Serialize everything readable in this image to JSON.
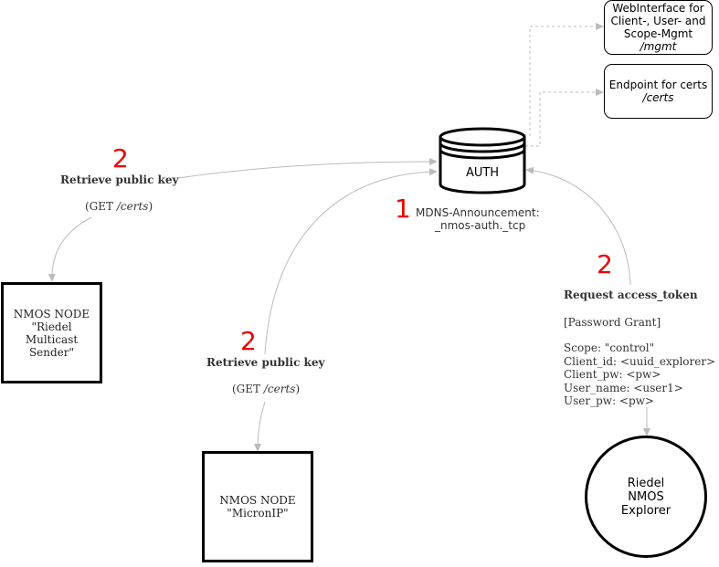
{
  "auth": {
    "label": "AUTH"
  },
  "web_interface": {
    "line1": "WebInterface for",
    "line2": "Client-, User- and",
    "line3": "Scope-Mgmt",
    "path": "/mgmt"
  },
  "endpoint": {
    "line1": "Endpoint for certs",
    "path": "/certs"
  },
  "mdns": {
    "step": "1",
    "line1": "MDNS-Announcement:",
    "line2": "_nmos-auth._tcp"
  },
  "retrieve_left": {
    "step": "2",
    "title": "Retrieve public key",
    "get_prefix": "(GET ",
    "get_path": "/certs",
    "get_suffix": ")"
  },
  "retrieve_mid": {
    "step": "2",
    "title": "Retrieve public key",
    "get_prefix": "(GET ",
    "get_path": "/certs",
    "get_suffix": ")"
  },
  "request": {
    "step": "2",
    "title": "Request access_token",
    "grant": "[Password Grant]",
    "scope": "Scope: \"control\"",
    "client_id": "Client_id: <uuid_explorer>",
    "client_pw": "Client_pw: <pw>",
    "user_name": "User_name: <user1>",
    "user_pw": "User_pw: <pw>"
  },
  "node_riedel": {
    "line1": "NMOS NODE",
    "line2": "\"Riedel",
    "line3": "Multicast",
    "line4": "Sender\""
  },
  "node_micron": {
    "line1": "NMOS NODE",
    "line2": "\"MicronIP\""
  },
  "explorer": {
    "line1": "Riedel",
    "line2": "NMOS",
    "line3": "Explorer"
  }
}
